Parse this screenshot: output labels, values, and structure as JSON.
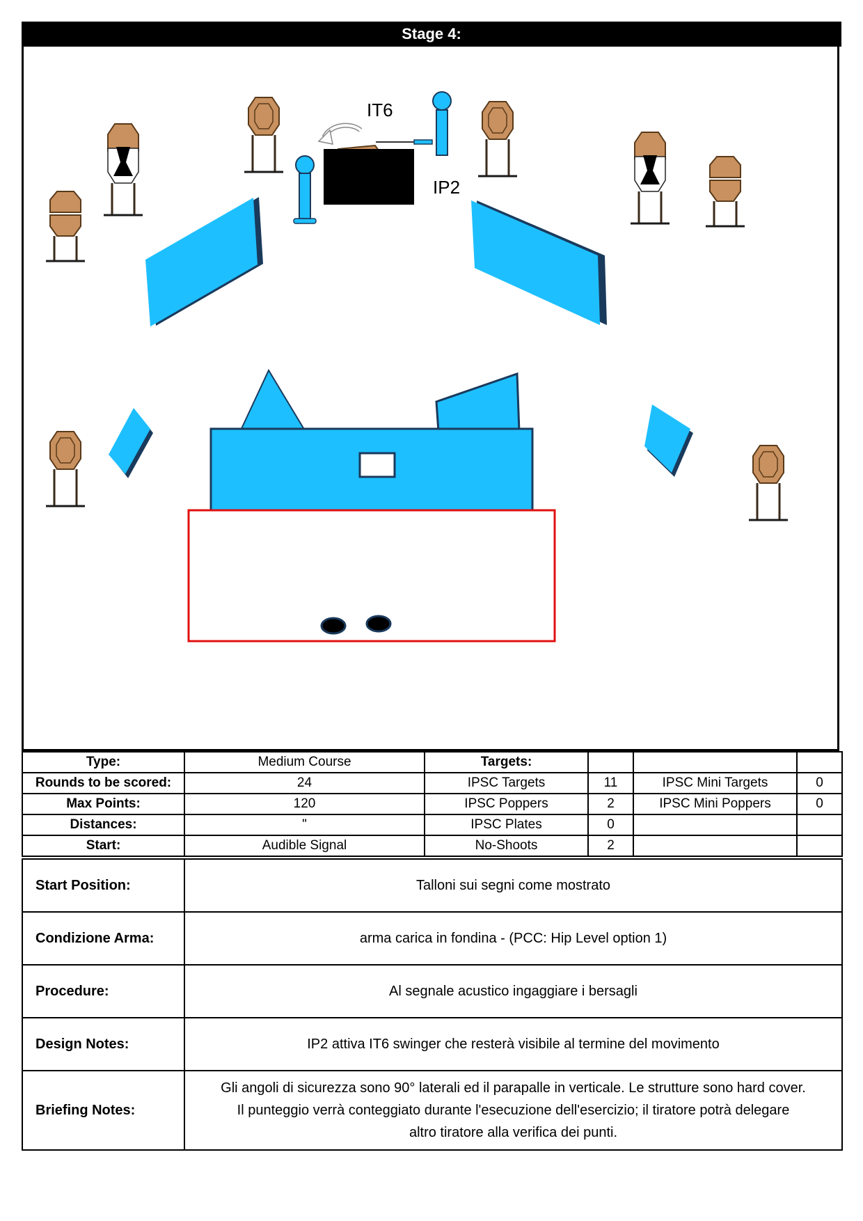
{
  "header": {
    "title": "Stage 4:"
  },
  "diagram": {
    "labels": {
      "swinger": "IT6",
      "popper": "IP2"
    },
    "colors": {
      "wall": "#1EBFFF",
      "wall_edge": "#1A3A5C",
      "target": "#C8915F",
      "fault_line": "#E01010"
    }
  },
  "details": {
    "type_label": "Type:",
    "type_value": "Medium Course",
    "rounds_label": "Rounds to be scored:",
    "rounds_value": "24",
    "maxpoints_label": "Max Points:",
    "maxpoints_value": "120",
    "distances_label": "Distances:",
    "distances_value": "\"",
    "start_label": "Start:",
    "start_value": "Audible Signal",
    "targets_label": "Targets:",
    "ipsc_targets_label": "IPSC Targets",
    "ipsc_targets_value": "11",
    "ipsc_poppers_label": "IPSC Poppers",
    "ipsc_poppers_value": "2",
    "ipsc_plates_label": "IPSC Plates",
    "ipsc_plates_value": "0",
    "noshoots_label": "No-Shoots",
    "noshoots_value": "2",
    "mini_targets_label": "IPSC Mini Targets",
    "mini_targets_value": "0",
    "mini_poppers_label": "IPSC Mini Poppers",
    "mini_poppers_value": "0"
  },
  "notes": {
    "start_position_label": "Start Position:",
    "start_position_value": "Talloni  sui segni come mostrato",
    "condition_label": "Condizione Arma:",
    "condition_value": "arma carica in fondina - (PCC: Hip Level option 1)",
    "procedure_label": "Procedure:",
    "procedure_value": "Al segnale acustico ingaggiare i bersagli",
    "design_label": "Design Notes:",
    "design_value": "IP2 attiva IT6 swinger che resterà visibile al termine del movimento",
    "briefing_label": "Briefing Notes:",
    "briefing_line1": "Gli angoli di sicurezza sono 90° laterali ed il parapalle in verticale. Le strutture sono hard cover.",
    "briefing_line2": "Il punteggio verrà conteggiato durante l'esecuzione dell'esercizio; il tiratore potrà delegare",
    "briefing_line3": "altro tiratore alla verifica  dei punti."
  }
}
